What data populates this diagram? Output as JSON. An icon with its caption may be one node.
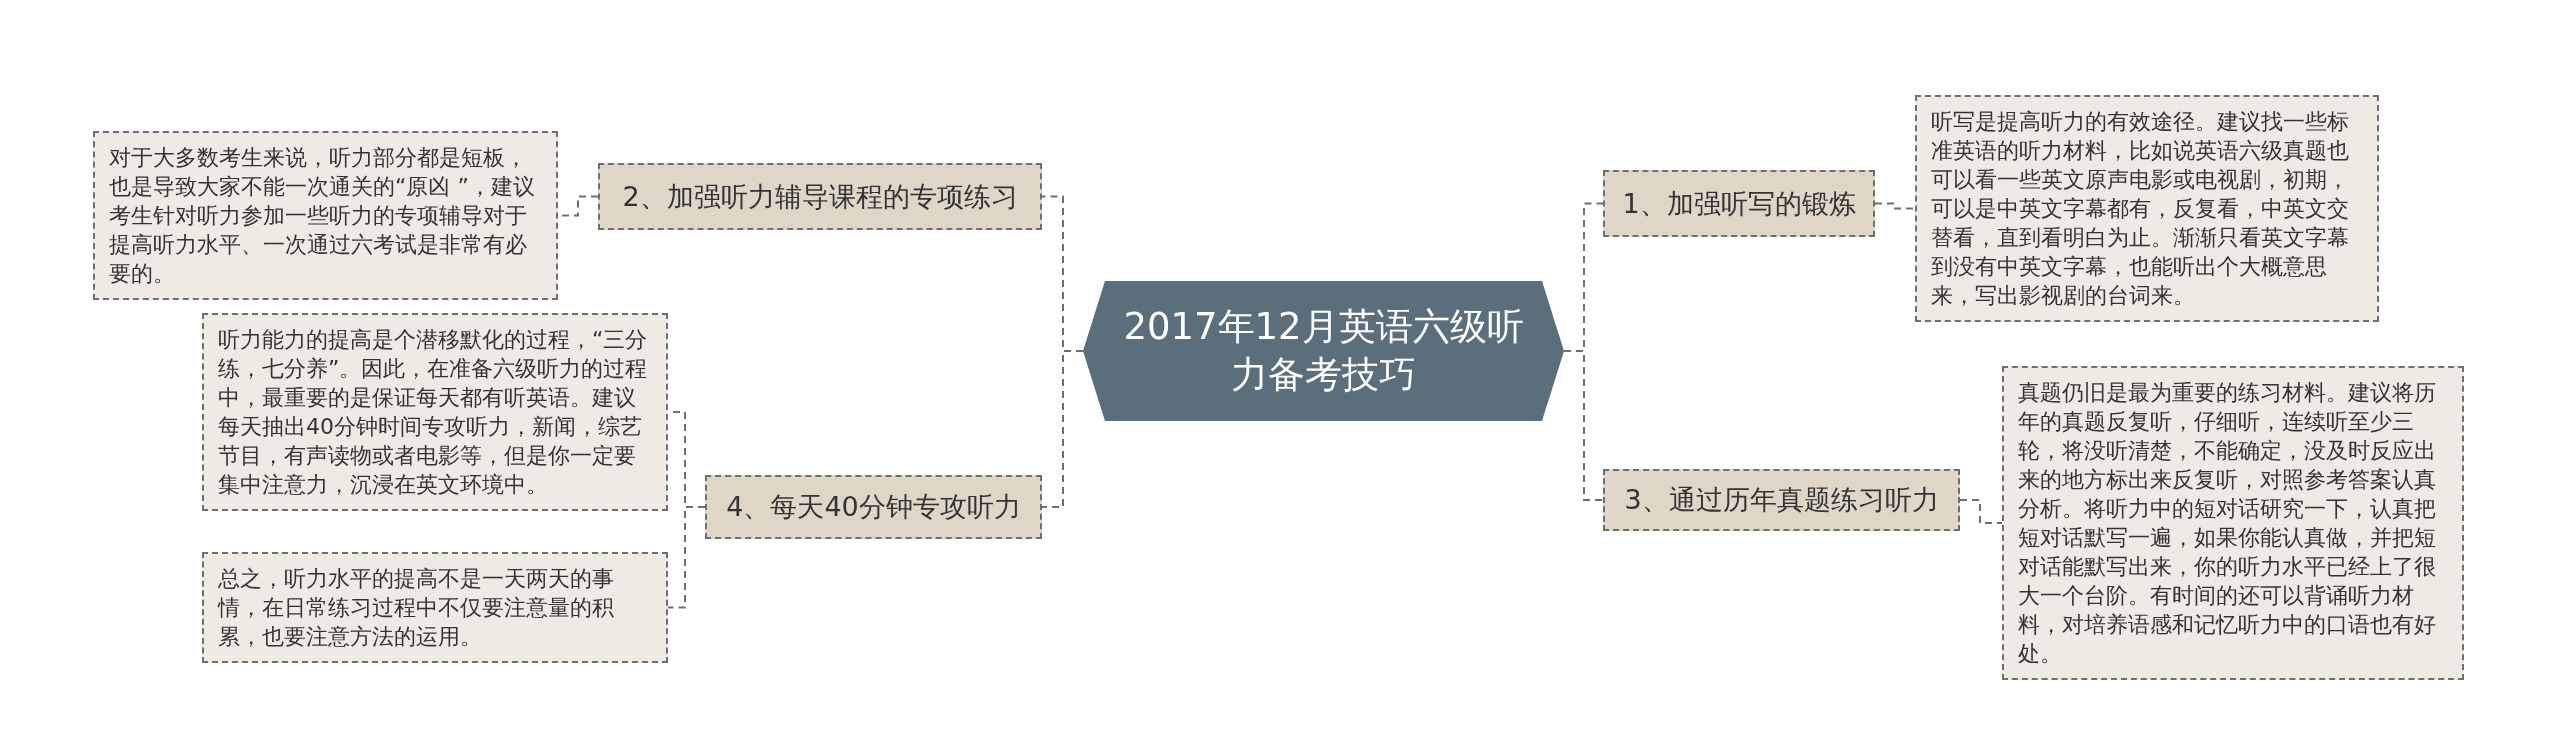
{
  "diagram": {
    "nodes": [
      {
        "text": [
          "2017年12月英语六级听力备考技巧"
        ]
      },
      {
        "text": [
          "2、加强听力辅导课程的专项练习"
        ]
      },
      {
        "text": [
          "对于大多数考生来说，听力部分都是短板，也是导致大家不能一次通关的“原凶 ”，建议考生针对听力参加一些听力的专项辅导对于提高听力水平、一次通过六考试是非常有必要的。"
        ]
      },
      {
        "text": [
          "4、每天40分钟专攻听力"
        ]
      },
      {
        "text": [
          "听力能力的提高是个潜移默化的过程，“三分练，七分养”。因此，在准备六级听力的过程中，最重要的是保证每天都有听英语。建议每天抽出40分钟时间专攻听力，新闻，综艺节目，有声读物或者电影等，但是你一定要集中注意力，沉浸在英文环境中。"
        ]
      },
      {
        "text": [
          "总之，听力水平的提高不是一天两天的事情，在日常练习过程中不仅要注意量的积累，也要注意方法的运用。"
        ]
      },
      {
        "text": [
          "1、加强听写的锻炼"
        ]
      },
      {
        "text": [
          "听写是提高听力的有效途径。建议找一些标准英语的听力材料，比如说英语六级真题也可以看一些英文原声电影或电视剧，初期，可以是中英文字幕都有，反复看，中英文交替看，直到看明白为止。渐渐只看英文字幕到没有中英文字幕，也能听出个大概意思来，写出影视剧的台词来。"
        ]
      },
      {
        "text": [
          "3、通过历年真题练习听力"
        ]
      },
      {
        "text": [
          "真题仍旧是最为重要的练习材料。建议将历年的真题反复听，仔细听，连续听至少三轮，将没听清楚，不能确定，没及时反应出来的地方标出来反复听，对照参考答案认真分析。将听力中的短对话研究一下，认真把短对话默写一遍，如果你能认真做，并把短对话能默写出来，你的听力水平已经上了很大一个台阶。有时间的还可以背诵听力材料，对培养语感和记忆听力中的口语也有好处。"
        ]
      }
    ],
    "edges": [
      {
        "from": 0,
        "to": 1,
        "arrow": "none",
        "style": "dashed"
      },
      {
        "from": 1,
        "to": 2,
        "arrow": "none",
        "style": "dashed"
      },
      {
        "from": 0,
        "to": 3,
        "arrow": "none",
        "style": "dashed"
      },
      {
        "from": 3,
        "to": 4,
        "arrow": "none",
        "style": "dashed"
      },
      {
        "from": 3,
        "to": 5,
        "arrow": "none",
        "style": "dashed"
      },
      {
        "from": 0,
        "to": 6,
        "arrow": "none",
        "style": "dashed"
      },
      {
        "from": 6,
        "to": 7,
        "arrow": "none",
        "style": "dashed"
      },
      {
        "from": 0,
        "to": 8,
        "arrow": "none",
        "style": "dashed"
      },
      {
        "from": 8,
        "to": 9,
        "arrow": "none",
        "style": "dashed"
      }
    ]
  }
}
